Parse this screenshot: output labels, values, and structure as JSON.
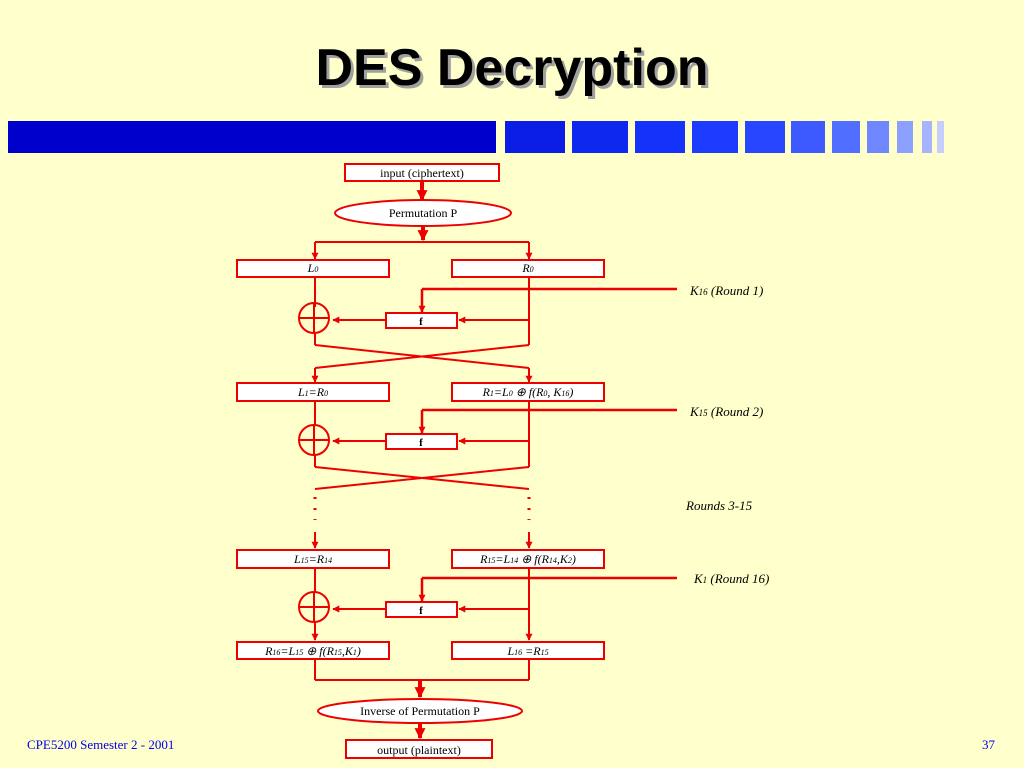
{
  "slide": {
    "title": "DES Decryption",
    "footer_left": "CPE5200 Semester 2 - 2001",
    "page_number": "37"
  },
  "colors": {
    "background": "#ffffcc",
    "line": "#ee0000",
    "band_dark": "#0000cc",
    "band_mid": "#1a33ff",
    "band_light": "#8899ff",
    "footer": "#0000ee"
  },
  "diagram": {
    "input": "input (ciphertext)",
    "permutation": "Permutation P",
    "f_label": "f",
    "round1": {
      "left": [
        "L",
        "0",
        ""
      ],
      "right": [
        "R",
        "0",
        ""
      ],
      "key": [
        "K",
        "16",
        " (Round 1)"
      ]
    },
    "round2": {
      "left": [
        "L",
        "1",
        "=R",
        "0",
        ""
      ],
      "right": [
        "R",
        "1",
        "=L",
        "0",
        " ⊕ f(R",
        "0",
        ", K",
        "16",
        ")"
      ],
      "key": [
        "K",
        "15",
        " (Round 2)"
      ]
    },
    "rounds_mid": "Rounds 3-15",
    "round16": {
      "left": [
        "L",
        "15",
        "=R",
        "14",
        ""
      ],
      "right": [
        "R",
        "15",
        "=L",
        "14",
        " ⊕ f(R",
        "14",
        ",K",
        "2",
        ")"
      ],
      "key": [
        "K",
        "1",
        " (Round 16)"
      ]
    },
    "final": {
      "left": [
        "R",
        "16",
        "=L",
        "15",
        " ⊕ f(R",
        "15",
        ",K",
        "1",
        ")"
      ],
      "right": [
        "L",
        "16",
        " =R",
        "15",
        ""
      ]
    },
    "inverse": "Inverse of Permutation P",
    "output": "output (plaintext)"
  }
}
